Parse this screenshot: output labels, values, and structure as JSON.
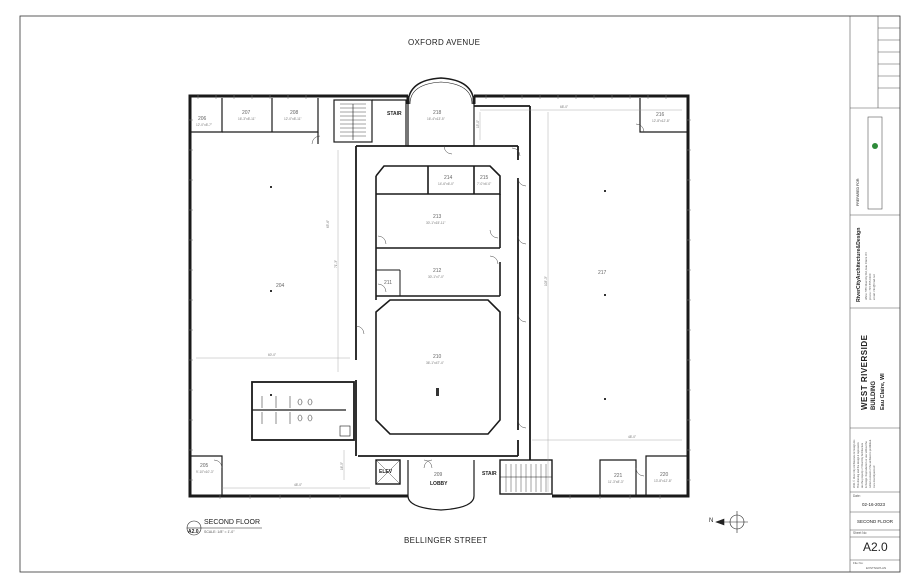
{
  "streets": {
    "north": "OXFORD AVENUE",
    "south": "BELLINGER STREET"
  },
  "rooms": [
    {
      "num": "206",
      "dim": "12'-0\"x8'-7\""
    },
    {
      "num": "207",
      "dim": "16'-3\"x8'-11\""
    },
    {
      "num": "208",
      "dim": "12'-0\"x8'-11\""
    },
    {
      "num": "218",
      "dim": "16'-4\"x13'-5\""
    },
    {
      "num": "216",
      "dim": "12'-8\"x12'-8\""
    },
    {
      "num": "214",
      "dim": "14'-6\"x6'-0\""
    },
    {
      "num": "215",
      "dim": "7'-0\"x6'-0\""
    },
    {
      "num": "213",
      "dim": "30'-1\"x15'-11\""
    },
    {
      "num": "212",
      "dim": "30'-1\"x7'-0\""
    },
    {
      "num": "211",
      "dim": ""
    },
    {
      "num": "204",
      "dim": ""
    },
    {
      "num": "217",
      "dim": ""
    },
    {
      "num": "210",
      "dim": "36'-1\"x47'-4\""
    },
    {
      "num": "205",
      "dim": "9'-10\"x10'-3\""
    },
    {
      "num": "209",
      "dim": ""
    },
    {
      "num": "221",
      "dim": "11'-3\"x8'-3\""
    },
    {
      "num": "220",
      "dim": "13'-8\"x12'-8\""
    }
  ],
  "tags": {
    "stair_north": "STAIR",
    "stair_south": "STAIR",
    "elev": "ELEV",
    "lobby": "LOBBY"
  },
  "dimensions": [
    "60'-0\"",
    "48'-0\"",
    "71'-3\"",
    "68'-0\"",
    "103'-3\"",
    "48'-0\"",
    "65'-6\"",
    "15'-0\"",
    "16'-5\""
  ],
  "drawing_title": {
    "title": "SECOND FLOOR",
    "number": "A2.0",
    "scale": "SCALE:  1/8\" = 1'-0\""
  },
  "north_arrow": "N",
  "title_block": {
    "prepared_for": "PREPARED FOR:",
    "firm_name": "RiverCityArchitecture&Design",
    "firm_info": [
      "office: 555 Rivercity Rd, Eau Claire WI",
      "phone: 715.555.0100",
      "email: info@rcad.net"
    ],
    "project_name": "WEST RIVERSIDE",
    "project_sub": "BUILDING",
    "project_city": "Eau Claire, WI",
    "notes": [
      "2021 © River City Architecture & Design Inc.",
      "This drawing and the design it represents",
      "are the property of RiverCity Architecture",
      "& Design. Reproduction or use without the",
      "written consent of the architect is prohibited.",
      "www.rivercityad.com"
    ],
    "date_label": "Date:",
    "date": "02-16-2023",
    "sheet_title": "SECOND FLOOR",
    "sheet_no_label": "Sheet No:",
    "sheet_no": "A2.0",
    "file_label": "File No:",
    "file_no": "EXSTNGPLAN"
  },
  "colors": {
    "wall": "#1a1a1a",
    "line": "#555555",
    "light": "#9a9a9a",
    "accent": "#2e8b3a"
  }
}
